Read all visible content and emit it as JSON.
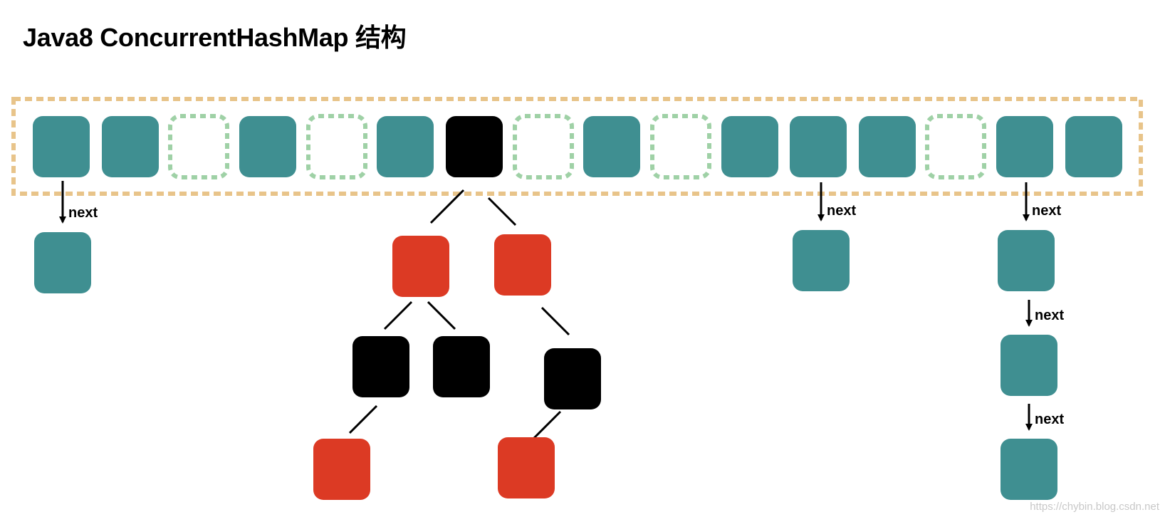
{
  "title": "Java8 ConcurrentHashMap 结构",
  "link_label": "next",
  "watermark": "https://chybin.blog.csdn.net",
  "colors": {
    "list_node": "#3f8f91",
    "tree_red": "#dc3a24",
    "tree_black": "#000000",
    "empty_bucket": "#9fd1a6",
    "array_outline": "#e8c48a"
  },
  "buckets": [
    {
      "state": "node"
    },
    {
      "state": "node"
    },
    {
      "state": "empty"
    },
    {
      "state": "node"
    },
    {
      "state": "empty"
    },
    {
      "state": "node"
    },
    {
      "state": "tree-root"
    },
    {
      "state": "empty"
    },
    {
      "state": "node"
    },
    {
      "state": "empty"
    },
    {
      "state": "node"
    },
    {
      "state": "node"
    },
    {
      "state": "node"
    },
    {
      "state": "empty"
    },
    {
      "state": "node"
    },
    {
      "state": "node"
    }
  ],
  "linked_lists": [
    {
      "bucket": 1,
      "chain_length": 2
    },
    {
      "bucket": 12,
      "chain_length": 2
    },
    {
      "bucket": 15,
      "chain_length": 4
    }
  ],
  "red_black_tree": {
    "bucket": 7,
    "root": "black",
    "level2": [
      "red",
      "red"
    ],
    "level3": [
      "black",
      "black",
      "black"
    ],
    "level4": [
      "red",
      "red"
    ]
  }
}
